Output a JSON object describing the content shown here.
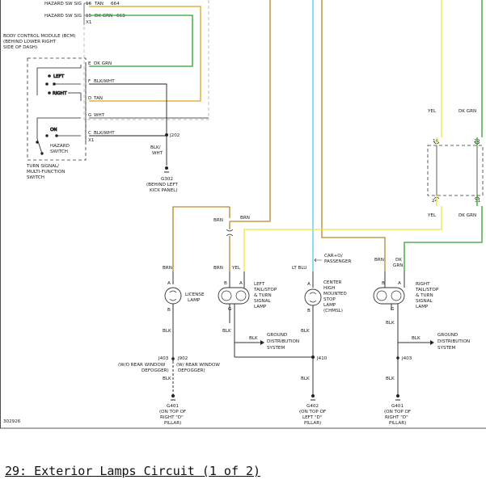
{
  "caption": "29: Exterior Lamps Circuit (1 of 2)",
  "diagram_id": "302926",
  "colors": {
    "wire_brn": "#b8862e",
    "wire_tan": "#e0a020",
    "wire_yel": "#f2e634",
    "wire_dkgrn": "#2aa52a",
    "wire_ltblu": "#56c8e6",
    "wire_blk": "#333333",
    "module_box": "#bbbbbb"
  },
  "bcm": {
    "rows": [
      {
        "name": "HAZARD SW SIG",
        "pin": "16",
        "color": "TAN",
        "circuit": "664"
      },
      {
        "name": "HAZARD SW SIG",
        "pin": "15",
        "color": "DK GRN",
        "circuit": "663"
      }
    ],
    "connector": "X1",
    "label": [
      "BODY CONTROL MODULE (BCM)",
      "(BEHIND LOWER RIGHT",
      "SIDE OF DASH)"
    ]
  },
  "switch": {
    "pins": [
      {
        "pin": "E",
        "wire": "DK GRN"
      },
      {
        "pin": "F",
        "wire": "BLK/WHT"
      },
      {
        "pin": "D",
        "wire": "TAN"
      },
      {
        "pin": "G",
        "wire": "WHT"
      },
      {
        "pin": "C",
        "wire": "BLK/WHT"
      }
    ],
    "connector": "X1",
    "left": "LEFT",
    "right": "RIGHT",
    "on": "ON",
    "hazard": [
      "HAZARD",
      "SWITCH"
    ],
    "label": [
      "TURN SIGNAL/",
      "MULTI-FUNCTION",
      "SWITCH"
    ]
  },
  "splice_j202": "J202",
  "blk_wht": [
    "BLK/",
    "WHT"
  ],
  "g302": [
    "G302",
    "(BEHIND LEFT",
    "KICK PANEL)"
  ],
  "connector_right": {
    "yel": "YEL",
    "dkgrn": "DK GRN",
    "pins": [
      "16",
      "29",
      "24",
      "31"
    ]
  },
  "wires": {
    "brn": "BRN",
    "yel": "YEL",
    "ltblu": "LT BLU",
    "blk": "BLK",
    "dk": "DK",
    "grn": "GRN"
  },
  "pins": {
    "a": "A",
    "b": "B",
    "g": "G"
  },
  "lamps": {
    "license": [
      "LICENSE",
      "LAMP"
    ],
    "left": [
      "LEFT",
      "TAIL/STOP",
      "& TURN",
      "SIGNAL",
      "LAMP"
    ],
    "chmsl": [
      "CENTER",
      "HIGH",
      "MOUNTED",
      "STOP",
      "LAMP",
      "(CHMSL)"
    ],
    "right": [
      "RIGHT",
      "TAIL/STOP",
      "& TURN",
      "SIGNAL",
      "LAMP"
    ],
    "car_passenger": [
      "CAR+O/",
      "PASSENGER"
    ]
  },
  "ground_dist": [
    "GROUND",
    "DISTRIBUTION",
    "SYSTEM"
  ],
  "splices": {
    "j403": "J403",
    "j902": "J902",
    "j410": "J410",
    "wo_defogger": [
      "(W/O REAR WINDOW",
      "DEFOGGER)"
    ],
    "w_defogger": [
      "(W/ REAR WINDOW",
      "DEFOGGER)"
    ]
  },
  "grounds": {
    "g401": [
      "G401",
      "(ON TOP OF",
      "RIGHT \"D\"",
      "PILLAR)"
    ],
    "g402": [
      "G402",
      "(ON TOP OF",
      "LEFT \"D\"",
      "PILLAR)"
    ],
    "g401b": [
      "G401",
      "(ON TOP OF",
      "RIGHT \"D\"",
      "PILLAR)"
    ]
  }
}
